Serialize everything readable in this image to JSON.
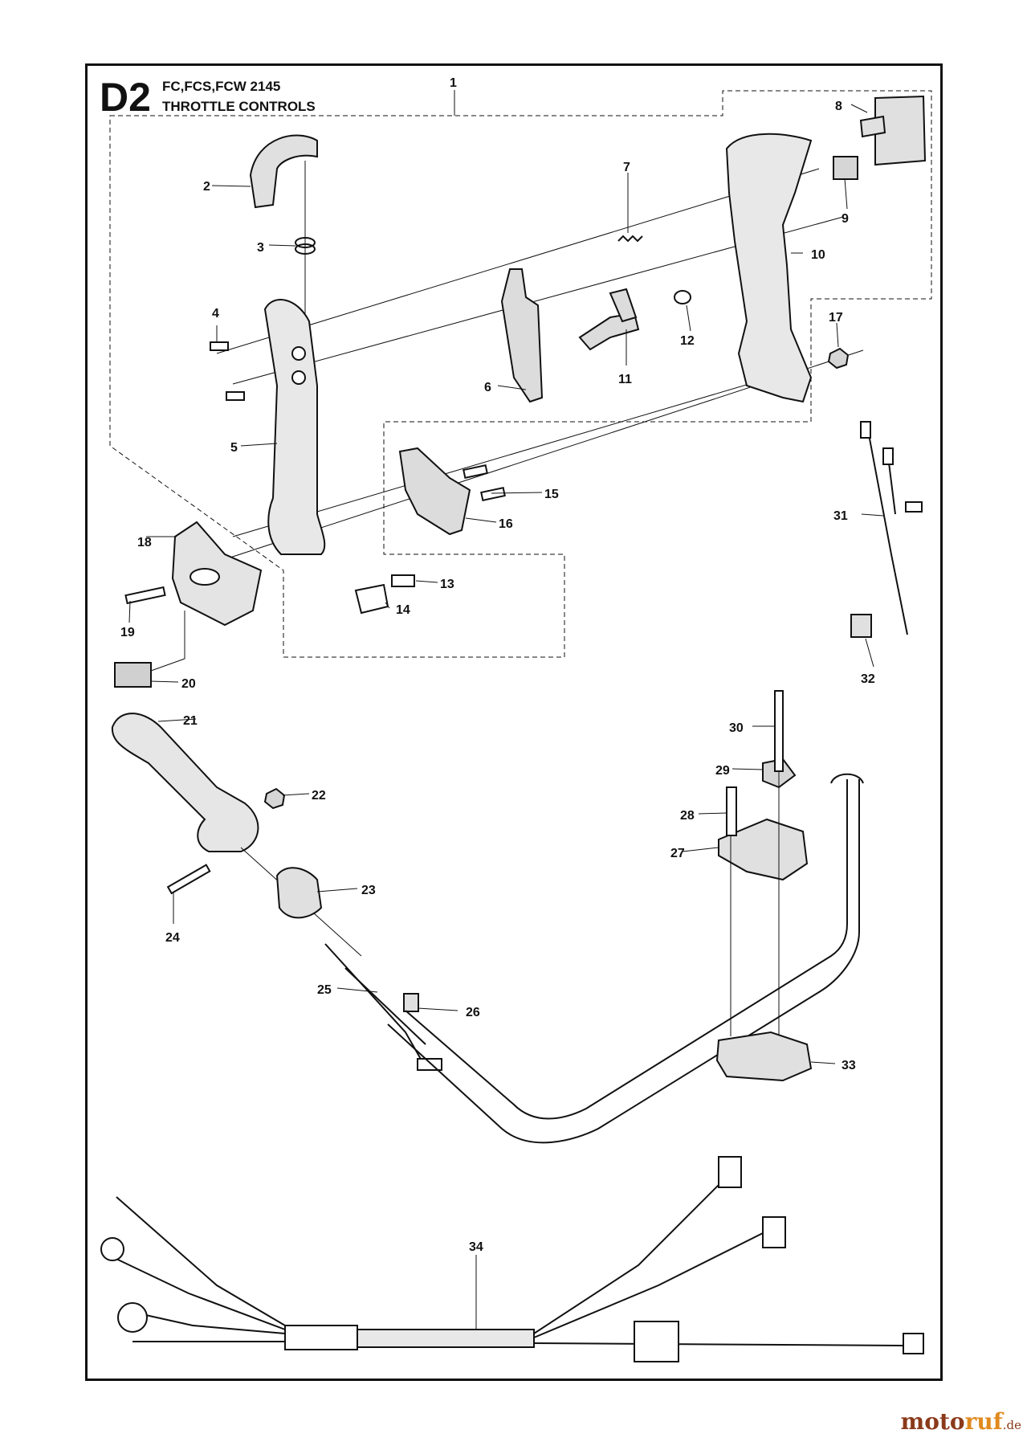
{
  "header": {
    "code": "D2",
    "models": "FC,FCS,FCW 2145",
    "section": "THROTTLE CONTROLS"
  },
  "callouts": [
    "1",
    "2",
    "3",
    "4",
    "5",
    "6",
    "7",
    "8",
    "9",
    "10",
    "11",
    "12",
    "13",
    "14",
    "15",
    "16",
    "17",
    "18",
    "19",
    "20",
    "21",
    "22",
    "23",
    "24",
    "25",
    "26",
    "27",
    "28",
    "29",
    "30",
    "31",
    "32",
    "33",
    "34"
  ],
  "watermark": {
    "part1": "moto",
    "part2": "ruf",
    "part3": ".de"
  },
  "colors": {
    "line": "#111111",
    "part_fill": "#d9d9d9",
    "watermark_brown": "#8a3a1a",
    "watermark_orange": "#e08a1e"
  }
}
